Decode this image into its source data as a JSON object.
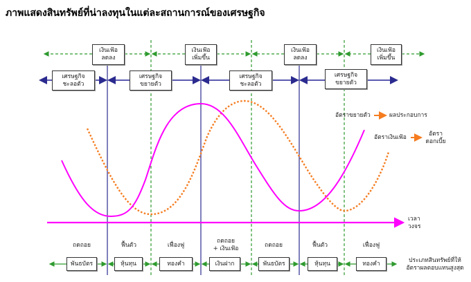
{
  "title": "ภาพแสดงสินทรัพย์ที่น่าลงทุนในแต่ละสถานการณ์ของเศรษฐกิจ",
  "colors": {
    "inflation_row": "#2e9a2e",
    "economy_row": "#2b2b8f",
    "growth_curve": "#ff00ff",
    "inflation_curve": "#f57c1f",
    "asset_row": "#2e9a2e"
  },
  "inflation_boxes": [
    {
      "line1": "เงินเฟ้อ",
      "line2": "ลดลง"
    },
    {
      "line1": "เงินเฟ้อ",
      "line2": "เพิ่มขึ้น"
    },
    {
      "line1": "เงินเฟ้อ",
      "line2": "ลดลง"
    },
    {
      "line1": "เงินเฟ้อ",
      "line2": "เพิ่มขึ้น"
    }
  ],
  "economy_boxes": [
    {
      "line1": "เศรษฐกิจ",
      "line2": "ชะลอตัว"
    },
    {
      "line1": "เศรษฐกิจ",
      "line2": "ขยายตัว"
    },
    {
      "line1": "เศรษฐกิจ",
      "line2": "ชะลอตัว"
    },
    {
      "line1": "เศรษฐกิจ",
      "line2": "ขยายตัว"
    }
  ],
  "legend": {
    "growth": {
      "from": "อัตราขยายตัว",
      "to": "ผลประกอบการ"
    },
    "inflation": {
      "from": "อัตราเงินเฟ้อ",
      "to_line1": "อัตรา",
      "to_line2": "ดอกเบี้ย"
    }
  },
  "axis": {
    "line1": "เวลา",
    "line2": "วงจร"
  },
  "phases": [
    {
      "line1": "ถดถอย",
      "line2": ""
    },
    {
      "line1": "ฟื้นตัว",
      "line2": ""
    },
    {
      "line1": "เฟื่องฟู",
      "line2": ""
    },
    {
      "line1": "ถดถอย",
      "line2": "+ เงินเฟ้อ"
    },
    {
      "line1": "ถดถอย",
      "line2": ""
    },
    {
      "line1": "ฟื้นตัว",
      "line2": ""
    },
    {
      "line1": "เฟื่องฟู",
      "line2": ""
    }
  ],
  "assets": [
    "พันธบัตร",
    "หุ้นทุน",
    "ทองคำ",
    "เงินฝาก",
    "พันธบัตร",
    "หุ้นทุน",
    "ทองคำ"
  ],
  "asset_row_label": {
    "line1": "ประเภทสินทรัพย์ที่ให้",
    "line2": "อัตราผลตอบแทนสูงสุด"
  }
}
